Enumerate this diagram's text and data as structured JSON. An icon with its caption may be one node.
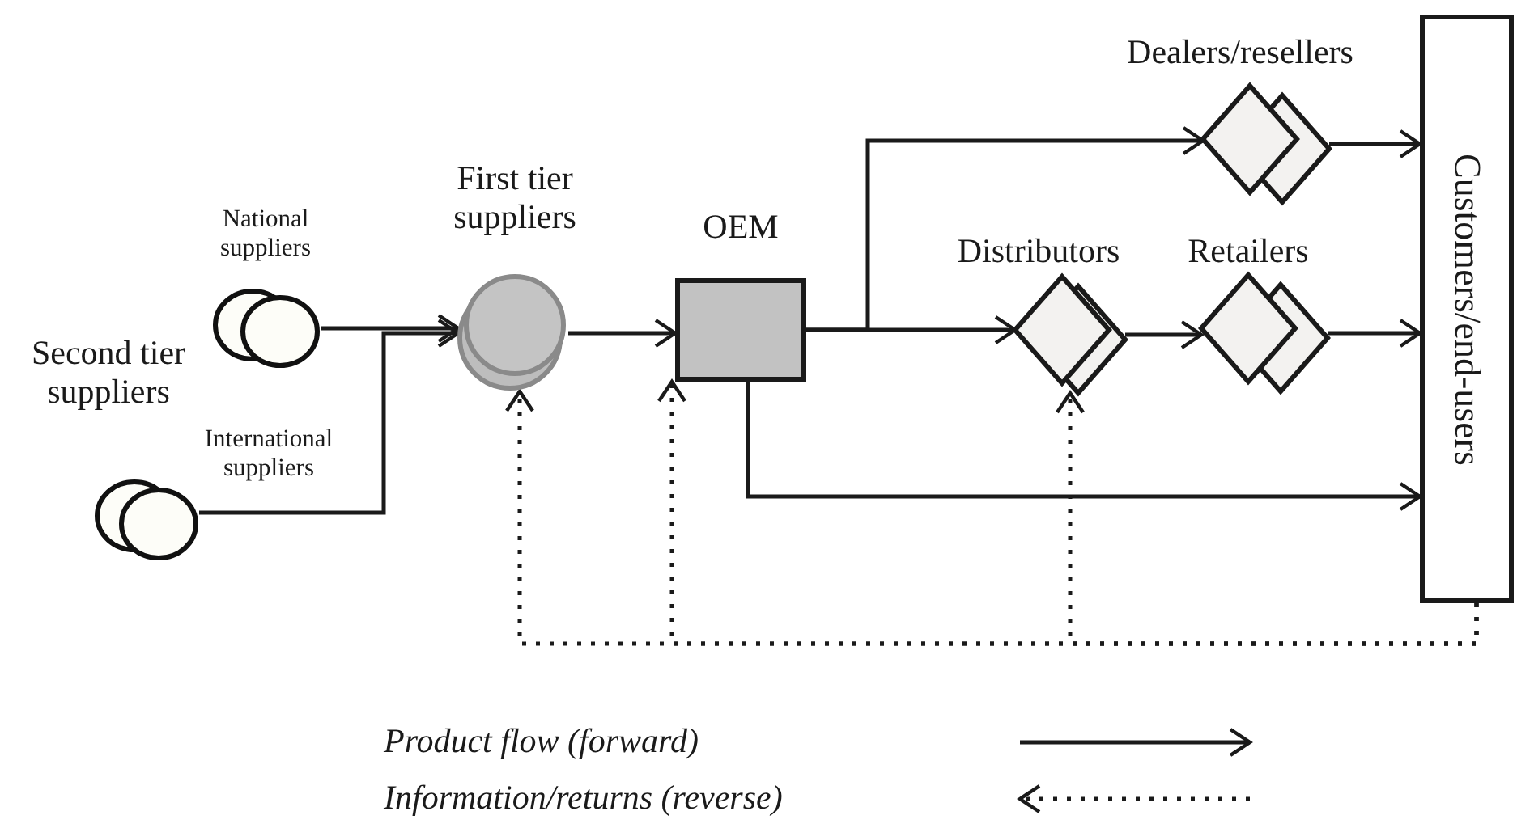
{
  "diagram": {
    "nodes": [
      {
        "text": [
          "National suppliers"
        ]
      },
      {
        "text": [
          "International suppliers"
        ]
      },
      {
        "text": [
          "First tier suppliers"
        ]
      },
      {
        "text": [
          "OEM"
        ]
      },
      {
        "text": [
          "Distributors"
        ]
      },
      {
        "text": [
          "Dealers/resellers"
        ]
      },
      {
        "text": [
          "Retailers"
        ]
      },
      {
        "text": [
          "Customers/end-users"
        ]
      }
    ],
    "edges": [
      {
        "from": 0,
        "to": 2,
        "arrow": "to"
      },
      {
        "from": 1,
        "to": 2,
        "arrow": "to"
      },
      {
        "from": 2,
        "to": 3,
        "arrow": "to"
      },
      {
        "from": 3,
        "to": 5,
        "arrow": "to"
      },
      {
        "from": 3,
        "to": 4,
        "arrow": "to"
      },
      {
        "from": 4,
        "to": 6,
        "arrow": "to"
      },
      {
        "from": 5,
        "to": 7,
        "arrow": "to"
      },
      {
        "from": 6,
        "to": 7,
        "arrow": "to"
      },
      {
        "from": 3,
        "to": 7,
        "arrow": "to"
      },
      {
        "from": 7,
        "to": 2,
        "arrow": "to",
        "style": "dashed"
      },
      {
        "from": 7,
        "to": 3,
        "arrow": "to",
        "style": "dashed"
      },
      {
        "from": 7,
        "to": 4,
        "arrow": "to",
        "style": "dashed"
      }
    ],
    "labels": [
      "Second tier suppliers"
    ],
    "legend": [
      {
        "text": "Product flow (forward)"
      },
      {
        "text": "Information/returns (reverse)"
      }
    ]
  }
}
